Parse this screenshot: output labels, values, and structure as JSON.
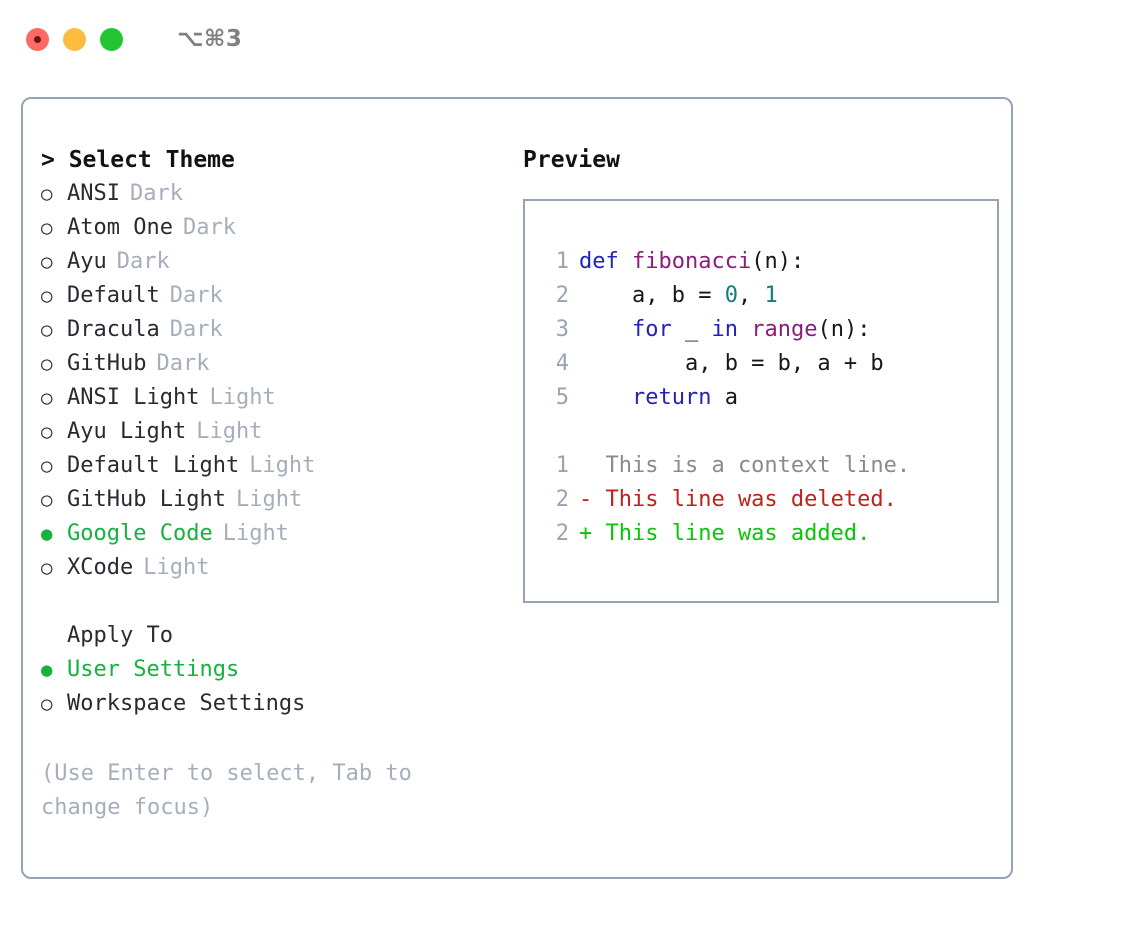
{
  "titlebar": {
    "shortcut": "⌥⌘3",
    "lights": [
      {
        "name": "close",
        "color": "#fb6a64"
      },
      {
        "name": "minimize",
        "color": "#fcbc40"
      },
      {
        "name": "zoom",
        "color": "#22c431"
      }
    ]
  },
  "theme_picker": {
    "heading": "> Select Theme",
    "bullet_off": "○",
    "bullet_on": "●",
    "items": [
      {
        "name": "ANSI",
        "kind": "Dark",
        "selected": false
      },
      {
        "name": "Atom One",
        "kind": "Dark",
        "selected": false
      },
      {
        "name": "Ayu",
        "kind": "Dark",
        "selected": false
      },
      {
        "name": "Default",
        "kind": "Dark",
        "selected": false
      },
      {
        "name": "Dracula",
        "kind": "Dark",
        "selected": false
      },
      {
        "name": "GitHub",
        "kind": "Dark",
        "selected": false
      },
      {
        "name": "ANSI Light",
        "kind": "Light",
        "selected": false
      },
      {
        "name": "Ayu Light",
        "kind": "Light",
        "selected": false
      },
      {
        "name": "Default Light",
        "kind": "Light",
        "selected": false
      },
      {
        "name": "GitHub Light",
        "kind": "Light",
        "selected": false
      },
      {
        "name": "Google Code",
        "kind": "Light",
        "selected": true
      },
      {
        "name": "XCode",
        "kind": "Light",
        "selected": false
      }
    ]
  },
  "apply_to": {
    "heading": "Apply To",
    "options": [
      {
        "label": "User Settings",
        "selected": true
      },
      {
        "label": "Workspace Settings",
        "selected": false
      }
    ]
  },
  "hint": "(Use Enter to select, Tab to change focus)",
  "preview": {
    "title": "Preview",
    "code_lines": [
      {
        "num": "1",
        "tokens": [
          {
            "t": "def",
            "c": "kw"
          },
          {
            "t": " ",
            "c": "txt"
          },
          {
            "t": "fibonacci",
            "c": "fn"
          },
          {
            "t": "(n):",
            "c": "txt"
          }
        ]
      },
      {
        "num": "2",
        "tokens": [
          {
            "t": "    a, b = ",
            "c": "txt"
          },
          {
            "t": "0",
            "c": "num"
          },
          {
            "t": ", ",
            "c": "txt"
          },
          {
            "t": "1",
            "c": "num"
          }
        ]
      },
      {
        "num": "3",
        "tokens": [
          {
            "t": "    ",
            "c": "txt"
          },
          {
            "t": "for",
            "c": "kw"
          },
          {
            "t": " _ ",
            "c": "txt"
          },
          {
            "t": "in",
            "c": "kw"
          },
          {
            "t": " ",
            "c": "txt"
          },
          {
            "t": "range",
            "c": "fn"
          },
          {
            "t": "(n):",
            "c": "txt"
          }
        ]
      },
      {
        "num": "4",
        "tokens": [
          {
            "t": "        a, b = b, a + b",
            "c": "txt"
          }
        ]
      },
      {
        "num": "5",
        "tokens": [
          {
            "t": "    ",
            "c": "txt"
          },
          {
            "t": "return",
            "c": "kw"
          },
          {
            "t": " a",
            "c": "txt"
          }
        ]
      }
    ],
    "diff_lines": [
      {
        "num": "1",
        "marker": " ",
        "text": " This is a context line.",
        "kind": "ctx"
      },
      {
        "num": "2",
        "marker": "-",
        "text": " This line was deleted.",
        "kind": "del"
      },
      {
        "num": "2",
        "marker": "+",
        "text": " This line was added.",
        "kind": "add"
      }
    ]
  },
  "colors": {
    "accent_green": "#16b13f",
    "diff_add": "#0ac40a",
    "diff_del": "#c0211a",
    "diff_ctx": "#8a8a90",
    "muted": "#a6aebb",
    "border": "#97a3b4",
    "keyword": "#2222bb",
    "function": "#8b1d7d",
    "number": "#0d7f7f",
    "text": "#16161c",
    "linenumber": "#9aa3b0"
  }
}
